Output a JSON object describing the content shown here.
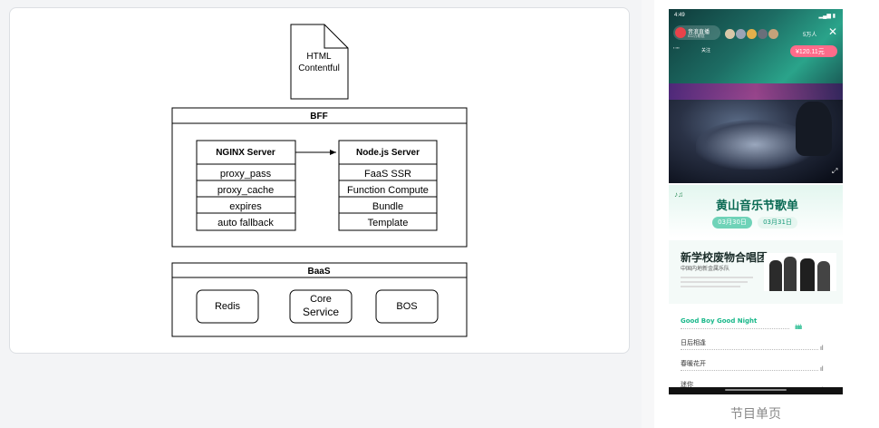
{
  "diagram": {
    "html_label": "HTML\nContentful",
    "html_line1": "HTML",
    "html_line2": "Contentful",
    "bff_title": "BFF",
    "nginx": {
      "title": "NGINX Server",
      "items": [
        "proxy_pass",
        "proxy_cache",
        "expires",
        "auto fallback"
      ]
    },
    "node": {
      "title": "Node.js Server",
      "items": [
        "FaaS SSR",
        "Function Compute",
        "Bundle",
        "Template"
      ]
    },
    "baas_title": "BaaS",
    "baas_items": [
      "Redis",
      "Core\nService",
      "BOS"
    ],
    "core_line1": "Core",
    "core_line2": "Service"
  },
  "phone": {
    "status_time": "4:49",
    "room_name": "音浪直播",
    "room_sub": "512万粉丝",
    "viewers": "5万人",
    "follow_label": "关注",
    "score_label": "¥120.11元",
    "festival_title": "黄山音乐节歌单",
    "dates": [
      "03月30日",
      "03月31日"
    ],
    "artist_name": "新学校废物合唱团",
    "artist_sub": "中国内地新金属乐队",
    "tracks": [
      {
        "title": "Good Boy Good Night",
        "active": true
      },
      {
        "title": "日后相逢",
        "active": false
      },
      {
        "title": "春暖花开",
        "active": false
      },
      {
        "title": "迷你",
        "active": false
      }
    ]
  },
  "caption": "节目单页",
  "colors": {
    "accent_green": "#19b88a",
    "dark_green": "#0c6b55",
    "diagram_stroke": "#000000"
  }
}
